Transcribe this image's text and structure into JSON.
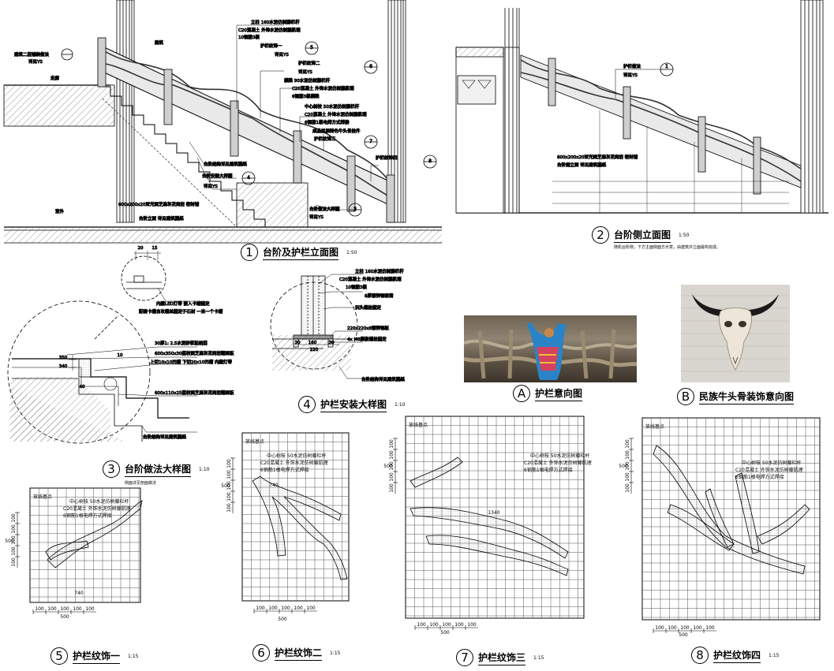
{
  "drawings": {
    "d1": {
      "num": "1",
      "title": "台阶及护栏立面图",
      "scale": "1:50",
      "labels": [
        "立柱 160水泥仿树藤栏杆",
        "C20混凝土 外饰水泥仿树藤肌理",
        "10钢筋3根",
        "护栏纹饰一",
        "详见YS",
        "护栏纹饰二",
        "详见YS",
        "横梁 90水泥仿树藤栏杆",
        "C20混凝土 外饰水泥仿树藤肌理",
        "6钢筋3根横梁",
        "中心树枝 50水泥仿树藤栏杆",
        "C20混凝土 外饰水泥仿树藤肌理",
        "6钢筋1根电焊方式焊接",
        "护栏纹饰三",
        "成品民族特色牛头骨挂件",
        "护栏纹饰四",
        "台阶结构详见建筑图纸",
        "台阶安装大样图",
        "详见YS",
        "台阶做法大样图",
        "详见YS",
        "建筑二层铺装做法",
        "详见YS",
        "走廊",
        "建筑",
        "室外",
        "600x200x20亚光面芝麻灰花岗岩 密封铺",
        "台阶立面 详见建筑图纸"
      ],
      "markers": [
        "5",
        "6",
        "7",
        "8",
        "4",
        "3"
      ]
    },
    "d2": {
      "num": "2",
      "title": "台阶侧立面图",
      "scale": "1:50",
      "note": "随机台阶侧，下方主面侧面方示意，由建筑外立面最构完成。",
      "labels": [
        "护栏做法",
        "详见YS",
        "600x200x20亚光面芝麻灰花岗岩 密封铺",
        "台阶侧立面 详见建筑图纸"
      ],
      "markers": [
        "1"
      ]
    },
    "d3": {
      "num": "3",
      "title": "台阶做法大样图",
      "scale": "1:10",
      "sub": "侧面详见剖面做法",
      "labels": [
        "内藏LED灯带 嵌入卡槽固定",
        "配套卡槽自攻螺丝固定于石材 一米一个卡槽",
        "30厚1: 2.5水泥砂浆粘结层",
        "600x350x30荔枝面芝麻灰花岗岩踏面板",
        "上切10x10凹槽  下切20x10凹槽 内藏灯带",
        "600x110x25荔枝面芝麻灰花岗岩踢面板",
        "台阶结构详见建筑图纸"
      ],
      "dims": [
        "20",
        "15",
        "350",
        "340",
        "10",
        "40"
      ]
    },
    "d4": {
      "num": "4",
      "title": "护栏安装大样图",
      "scale": "1:10",
      "labels": [
        "立柱 160水泥仿树藤栏杆",
        "C20混凝土 外饰水泥仿树藤肌理",
        "10钢筋3根",
        "8厚镀锌钢套筒",
        "沉头螺栓固定",
        "220x220x8镀锌钢板",
        "4x M8膨胀螺栓固定",
        "台阶结构详见建筑图纸"
      ],
      "dims": [
        "30",
        "160",
        "30",
        "220"
      ]
    },
    "dA": {
      "num": "A",
      "title": "护栏意向图"
    },
    "dB": {
      "num": "B",
      "title": "民族牛头骨装饰意向图"
    },
    "d5": {
      "num": "5",
      "title": "护栏纹饰一",
      "scale": "1:15",
      "labels": [
        "放线基点",
        "中心树枝 50水泥仿树藤栏杆",
        "C20混凝土 外饰水泥仿树藤肌理",
        "6钢筋1根电焊方式焊接"
      ],
      "dims": [
        "740",
        "500",
        "100",
        "100",
        "100",
        "100",
        "100"
      ]
    },
    "d6": {
      "num": "6",
      "title": "护栏纹饰二",
      "scale": "1:15",
      "labels": [
        "放线基点",
        "中心树枝 50水泥仿树藤栏杆",
        "C20混凝土 外饰水泥仿树藤肌理",
        "6钢筋1根电焊方式焊接"
      ],
      "dims": [
        "740",
        "500",
        "100",
        "100",
        "100",
        "100",
        "100"
      ]
    },
    "d7": {
      "num": "7",
      "title": "护栏纹饰三",
      "scale": "1:15",
      "labels": [
        "放线基点",
        "中心树枝 50水泥仿树藤栏杆",
        "C20混凝土 外饰水泥仿树藤肌理",
        "6钢筋1根电焊方式焊接"
      ],
      "dims": [
        "1340",
        "500",
        "100",
        "100",
        "100",
        "100",
        "100"
      ]
    },
    "d8": {
      "num": "8",
      "title": "护栏纹饰四",
      "scale": "1:15",
      "labels": [
        "放线基点",
        "中心树枝 50水泥仿树藤栏杆",
        "C20混凝土 外饰水泥仿树藤肌理",
        "6钢筋1根电焊方式焊接"
      ],
      "dims": [
        "500",
        "100",
        "100",
        "100",
        "100",
        "100"
      ]
    }
  },
  "colors": {
    "line": "#000000",
    "hatch": "#6b6b6b",
    "paper": "#ffffff",
    "wall": "#d9d6cf",
    "horn": "#1a1a1a",
    "skull": "#ede6d8",
    "fabric": "#2a83c6",
    "rail": "#8a7a62"
  },
  "icons": [
    "bull-skull-photo",
    "railing-photo"
  ]
}
